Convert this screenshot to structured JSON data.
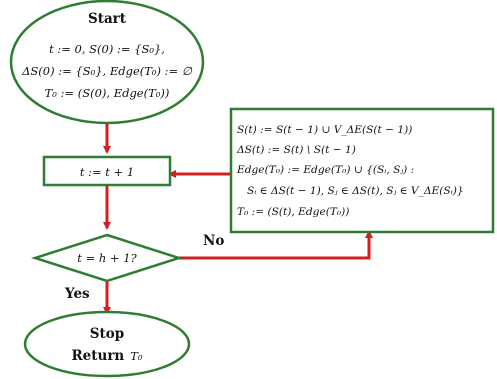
{
  "colors": {
    "shape_border": "#2e7d32",
    "arrow": "#d21f1f",
    "text": "#111111"
  },
  "start": {
    "title": "Start",
    "lines": [
      "t := 0, S(0) := {S₀},",
      "ΔS(0) := {S₀}, Edge(T₀) := ∅",
      "T₀ := (S(0), Edge(T₀))"
    ]
  },
  "increment": {
    "label": "t := t + 1"
  },
  "update": {
    "lines": [
      "S(t) := S(t − 1) ∪ V_ΔE(S(t − 1))",
      "ΔS(t) := S(t) \\ S(t − 1)",
      "Edge(T₀) := Edge(T₀) ∪ {(Sᵢ, Sⱼ) :",
      "Sᵢ ∈ ΔS(t − 1), Sⱼ ∈ ΔS(t), Sⱼ ∈ V_ΔE(Sᵢ)}",
      "T₀ := (S(t), Edge(T₀))"
    ]
  },
  "decision": {
    "label": "t = h + 1?",
    "no_label": "No",
    "yes_label": "Yes"
  },
  "stop": {
    "title": "Stop",
    "return_label": "Return",
    "return_value": "T₀"
  }
}
